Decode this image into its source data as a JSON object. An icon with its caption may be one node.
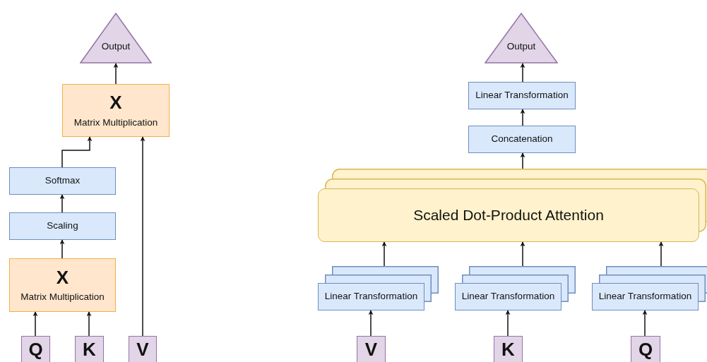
{
  "diagram": {
    "nodes": [
      {
        "text": [
          "Output"
        ]
      },
      {
        "text": [
          "X",
          "Matrix Multiplication"
        ]
      },
      {
        "text": [
          "Softmax"
        ]
      },
      {
        "text": [
          "Scaling"
        ]
      },
      {
        "text": [
          "X",
          "Matrix Multiplication"
        ]
      },
      {
        "text": [
          "Q"
        ]
      },
      {
        "text": [
          "K"
        ]
      },
      {
        "text": [
          "V"
        ]
      },
      {
        "text": [
          "Output"
        ]
      },
      {
        "text": [
          "Linear Transformation"
        ]
      },
      {
        "text": [
          "Concatenation"
        ]
      },
      {
        "text": [
          "Scaled Dot-Product Attention"
        ]
      },
      {
        "text": [
          "Linear Transformation"
        ]
      },
      {
        "text": [
          "Linear Transformation"
        ]
      },
      {
        "text": [
          "Linear Transformation"
        ]
      },
      {
        "text": [
          "V"
        ]
      },
      {
        "text": [
          "K"
        ]
      },
      {
        "text": [
          "Q"
        ]
      }
    ],
    "edges": [
      {
        "from": 5,
        "to": 4,
        "arrow": "to"
      },
      {
        "from": 6,
        "to": 4,
        "arrow": "to"
      },
      {
        "from": 4,
        "to": 3,
        "arrow": "to"
      },
      {
        "from": 3,
        "to": 2,
        "arrow": "to"
      },
      {
        "from": 2,
        "to": 1,
        "arrow": "to"
      },
      {
        "from": 7,
        "to": 1,
        "arrow": "to"
      },
      {
        "from": 1,
        "to": 0,
        "arrow": "to"
      },
      {
        "from": 15,
        "to": 12,
        "arrow": "to"
      },
      {
        "from": 16,
        "to": 13,
        "arrow": "to"
      },
      {
        "from": 17,
        "to": 14,
        "arrow": "to"
      },
      {
        "from": 12,
        "to": 11,
        "arrow": "to"
      },
      {
        "from": 13,
        "to": 11,
        "arrow": "to"
      },
      {
        "from": 14,
        "to": 11,
        "arrow": "to"
      },
      {
        "from": 11,
        "to": 10,
        "arrow": "to"
      },
      {
        "from": 10,
        "to": 9,
        "arrow": "to"
      },
      {
        "from": 9,
        "to": 8,
        "arrow": "to"
      }
    ]
  }
}
